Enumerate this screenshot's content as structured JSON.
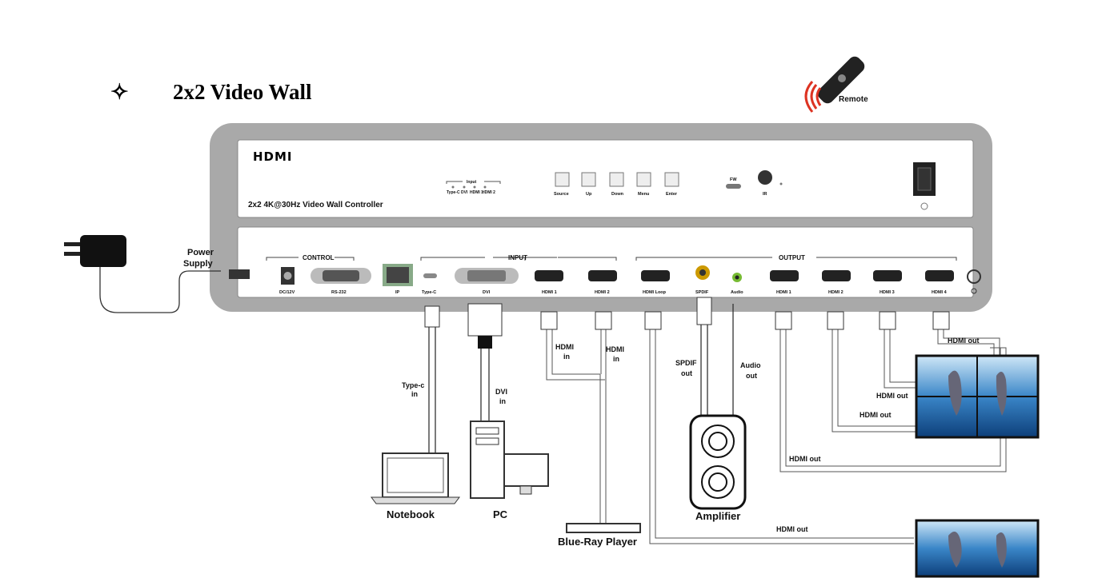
{
  "title": {
    "bullet": "✧",
    "text": "2x2 Video Wall"
  },
  "remote": {
    "label": "Remote"
  },
  "power": {
    "label_line1": "Power",
    "label_line2": "Supply"
  },
  "front_panel": {
    "logo": "HDMI",
    "model": "2x2 4K@30Hz Video Wall Controller",
    "input_group": "Input",
    "input_leds": [
      "Type-C",
      "DVI",
      "HDMI 1",
      "HDMI 2"
    ],
    "buttons": [
      "Source",
      "Up",
      "Down",
      "Menu",
      "Enter"
    ],
    "fw": "FW",
    "ir": "IR"
  },
  "back_panel": {
    "groups": {
      "control": "CONTROL",
      "input": "INPUT",
      "output": "OUTPUT"
    },
    "ports": [
      "DC/12V",
      "RS-232",
      "IP",
      "Type-C",
      "DVI",
      "HDMI 1",
      "HDMI 2",
      "HDMI Loop",
      "SPDIF",
      "Audio",
      "HDMI 1",
      "HDMI 2",
      "HDMI 3",
      "HDMI 4"
    ]
  },
  "cables": {
    "typec_in": [
      "Type-c",
      "in"
    ],
    "dvi_in": [
      "DVI",
      "in"
    ],
    "hdmi_in_1": [
      "HDMI",
      "in"
    ],
    "hdmi_in_2": [
      "HDMI",
      "in"
    ],
    "spdif_out": [
      "SPDIF",
      "out"
    ],
    "audio_out": [
      "Audio",
      "out"
    ],
    "hdmi_out": "HDMI out"
  },
  "devices": {
    "notebook": "Notebook",
    "pc": "PC",
    "bluray": "Blue-Ray Player",
    "amplifier": "Amplifier"
  }
}
